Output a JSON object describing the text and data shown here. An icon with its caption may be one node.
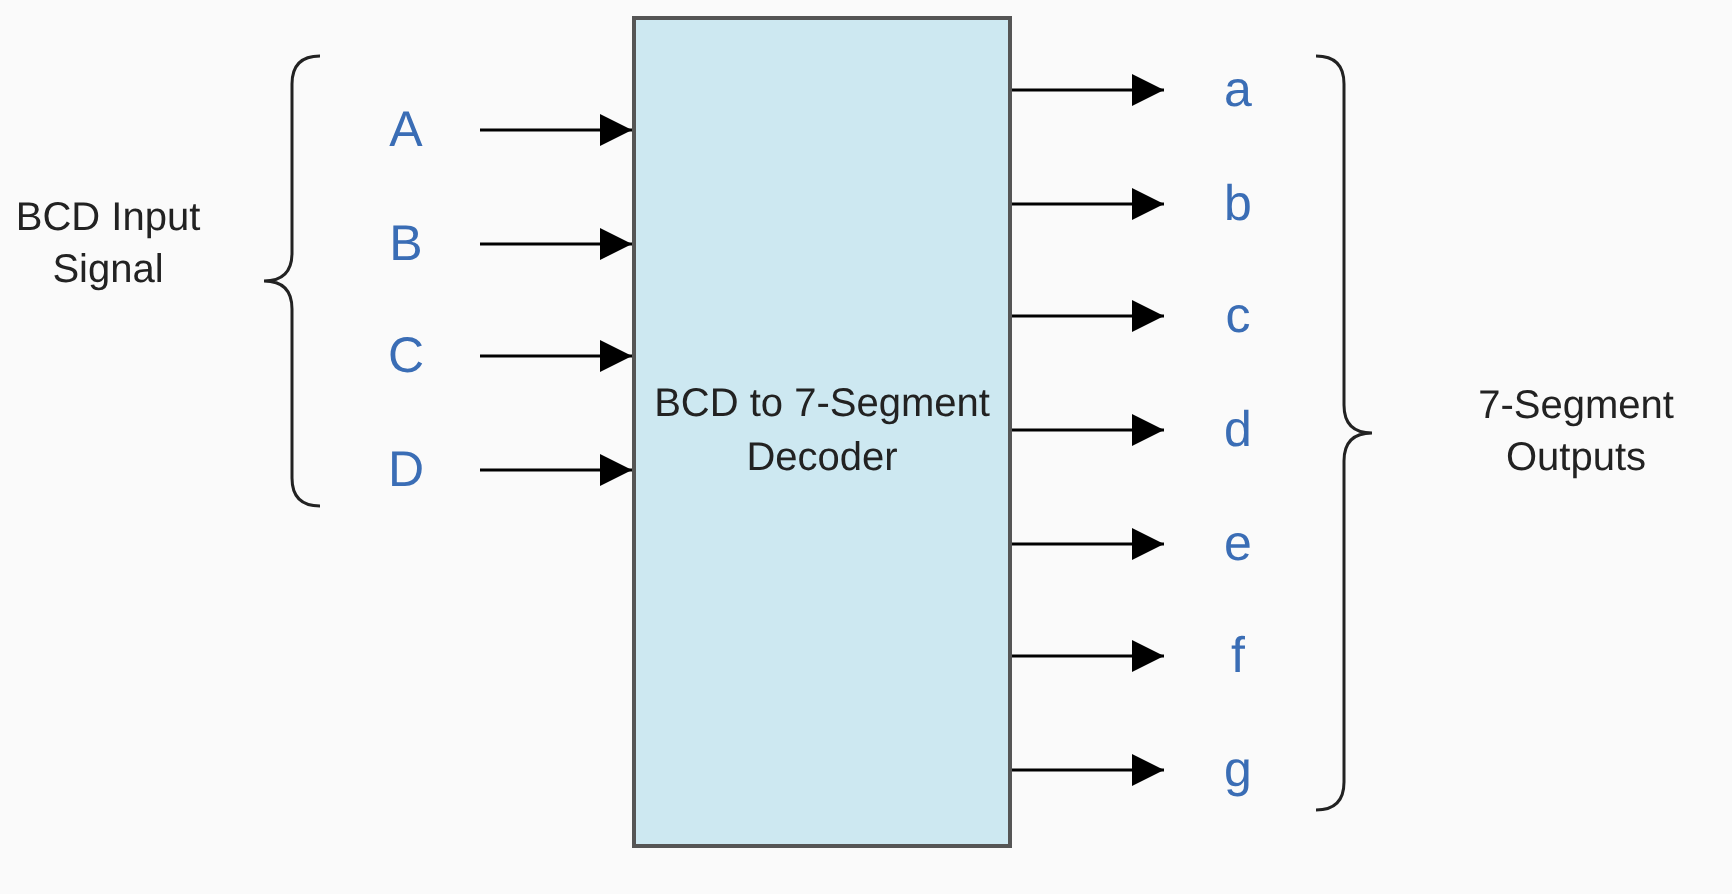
{
  "diagram": {
    "nodes": [
      {
        "text": [
          "A"
        ]
      },
      {
        "text": [
          "B"
        ]
      },
      {
        "text": [
          "C"
        ]
      },
      {
        "text": [
          "D"
        ]
      },
      {
        "text": [
          "BCD to 7-Segment Decoder"
        ]
      },
      {
        "text": [
          "a"
        ]
      },
      {
        "text": [
          "b"
        ]
      },
      {
        "text": [
          "c"
        ]
      },
      {
        "text": [
          "d"
        ]
      },
      {
        "text": [
          "e"
        ]
      },
      {
        "text": [
          "f"
        ]
      },
      {
        "text": [
          "g"
        ]
      }
    ],
    "edges": [
      {
        "from": 0,
        "to": 4,
        "arrow": "to"
      },
      {
        "from": 1,
        "to": 4,
        "arrow": "to"
      },
      {
        "from": 2,
        "to": 4,
        "arrow": "to"
      },
      {
        "from": 3,
        "to": 4,
        "arrow": "to"
      },
      {
        "from": 4,
        "to": 5,
        "arrow": "to"
      },
      {
        "from": 4,
        "to": 6,
        "arrow": "to"
      },
      {
        "from": 4,
        "to": 7,
        "arrow": "to"
      },
      {
        "from": 4,
        "to": 8,
        "arrow": "to"
      },
      {
        "from": 4,
        "to": 9,
        "arrow": "to"
      },
      {
        "from": 4,
        "to": 10,
        "arrow": "to"
      },
      {
        "from": 4,
        "to": 11,
        "arrow": "to"
      }
    ],
    "labels": [
      "BCD Input Signal",
      "7-Segment Outputs"
    ]
  }
}
